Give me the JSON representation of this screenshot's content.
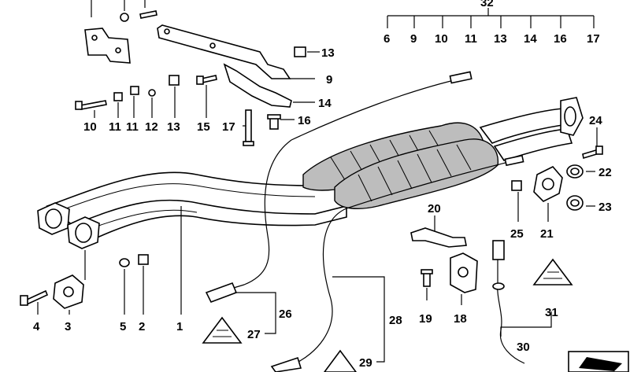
{
  "callouts": {
    "n1": "1",
    "n2": "2",
    "n3": "3",
    "n4": "4",
    "n5": "5",
    "n9": "9",
    "n10": "10",
    "n11a": "11",
    "n11b": "11",
    "n12": "12",
    "n13a": "13",
    "n13b": "13",
    "n14": "14",
    "n15": "15",
    "n16": "16",
    "n17": "17",
    "n18": "18",
    "n19": "19",
    "n20": "20",
    "n21": "21",
    "n22": "22",
    "n23": "23",
    "n24": "24",
    "n25": "25",
    "n26": "26",
    "n27": "27",
    "n28": "28",
    "n29": "29",
    "n30": "30",
    "n31": "31",
    "n32": "32"
  },
  "group32": {
    "title": "32",
    "items": [
      "6",
      "9",
      "10",
      "11",
      "13",
      "14",
      "16",
      "17"
    ]
  },
  "icons": {
    "warning_label": "warning-triangle-icon",
    "page_arrow": "page-arrow-icon"
  },
  "colors": {
    "line": "#000000",
    "shade": "#bdbdbd",
    "background": "#ffffff"
  }
}
